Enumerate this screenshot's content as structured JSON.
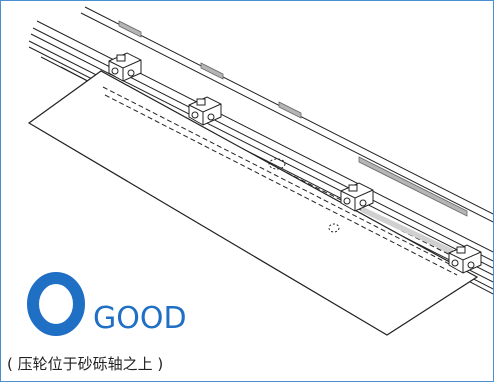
{
  "verdict": {
    "symbol": "O",
    "label": "GOOD",
    "color": "#1f6fc5"
  },
  "caption": "( 压轮位于砂砾轴之上 )",
  "colors": {
    "line": "#222222",
    "grit_band": "#9a9a9a",
    "grit_highlight": "#c8c8c8"
  }
}
